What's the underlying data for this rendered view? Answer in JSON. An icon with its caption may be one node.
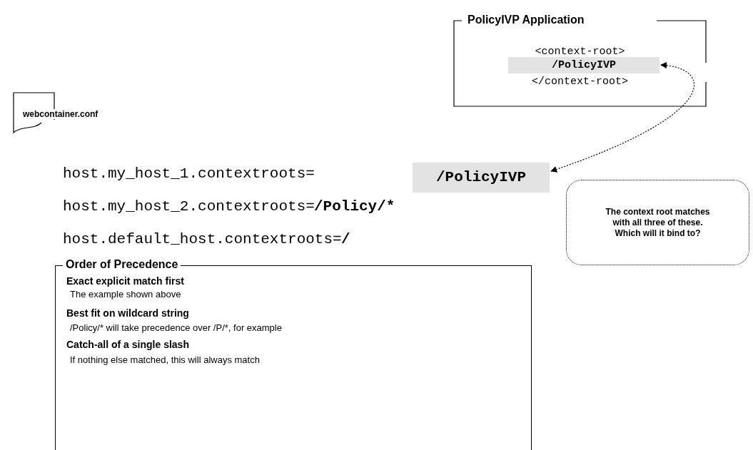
{
  "diagram": {
    "nodes": [
      {
        "text": [
          "PolicyIVP Application",
          "<context-root>",
          "</context-root>"
        ]
      },
      {
        "text": [
          "/PolicyIVP"
        ],
        "in": 0
      },
      {
        "text": [
          "webcontainer.conf"
        ]
      },
      {
        "text": [
          "/PolicyIVP"
        ]
      },
      {
        "text": [
          "The context root matches with all three of these.  Which will it bind to?"
        ]
      },
      {
        "text": [
          "Order of Precedence",
          "Exact explicit match first",
          "The example shown above",
          "Best fit on wildcard string",
          "/Policy/* will take precedence over /P/*, for example",
          "Catch-all of a single slash",
          "If nothing else matched, this will always match"
        ]
      }
    ],
    "edges": [
      {
        "from": 1,
        "to": 3,
        "arrow": "both",
        "style": "dashed"
      }
    ],
    "labels": [
      "host.my_host_1.contextroots=",
      "host.my_host_2.contextroots=",
      "/Policy/*",
      "host.default_host.contextroots=",
      "/"
    ]
  }
}
